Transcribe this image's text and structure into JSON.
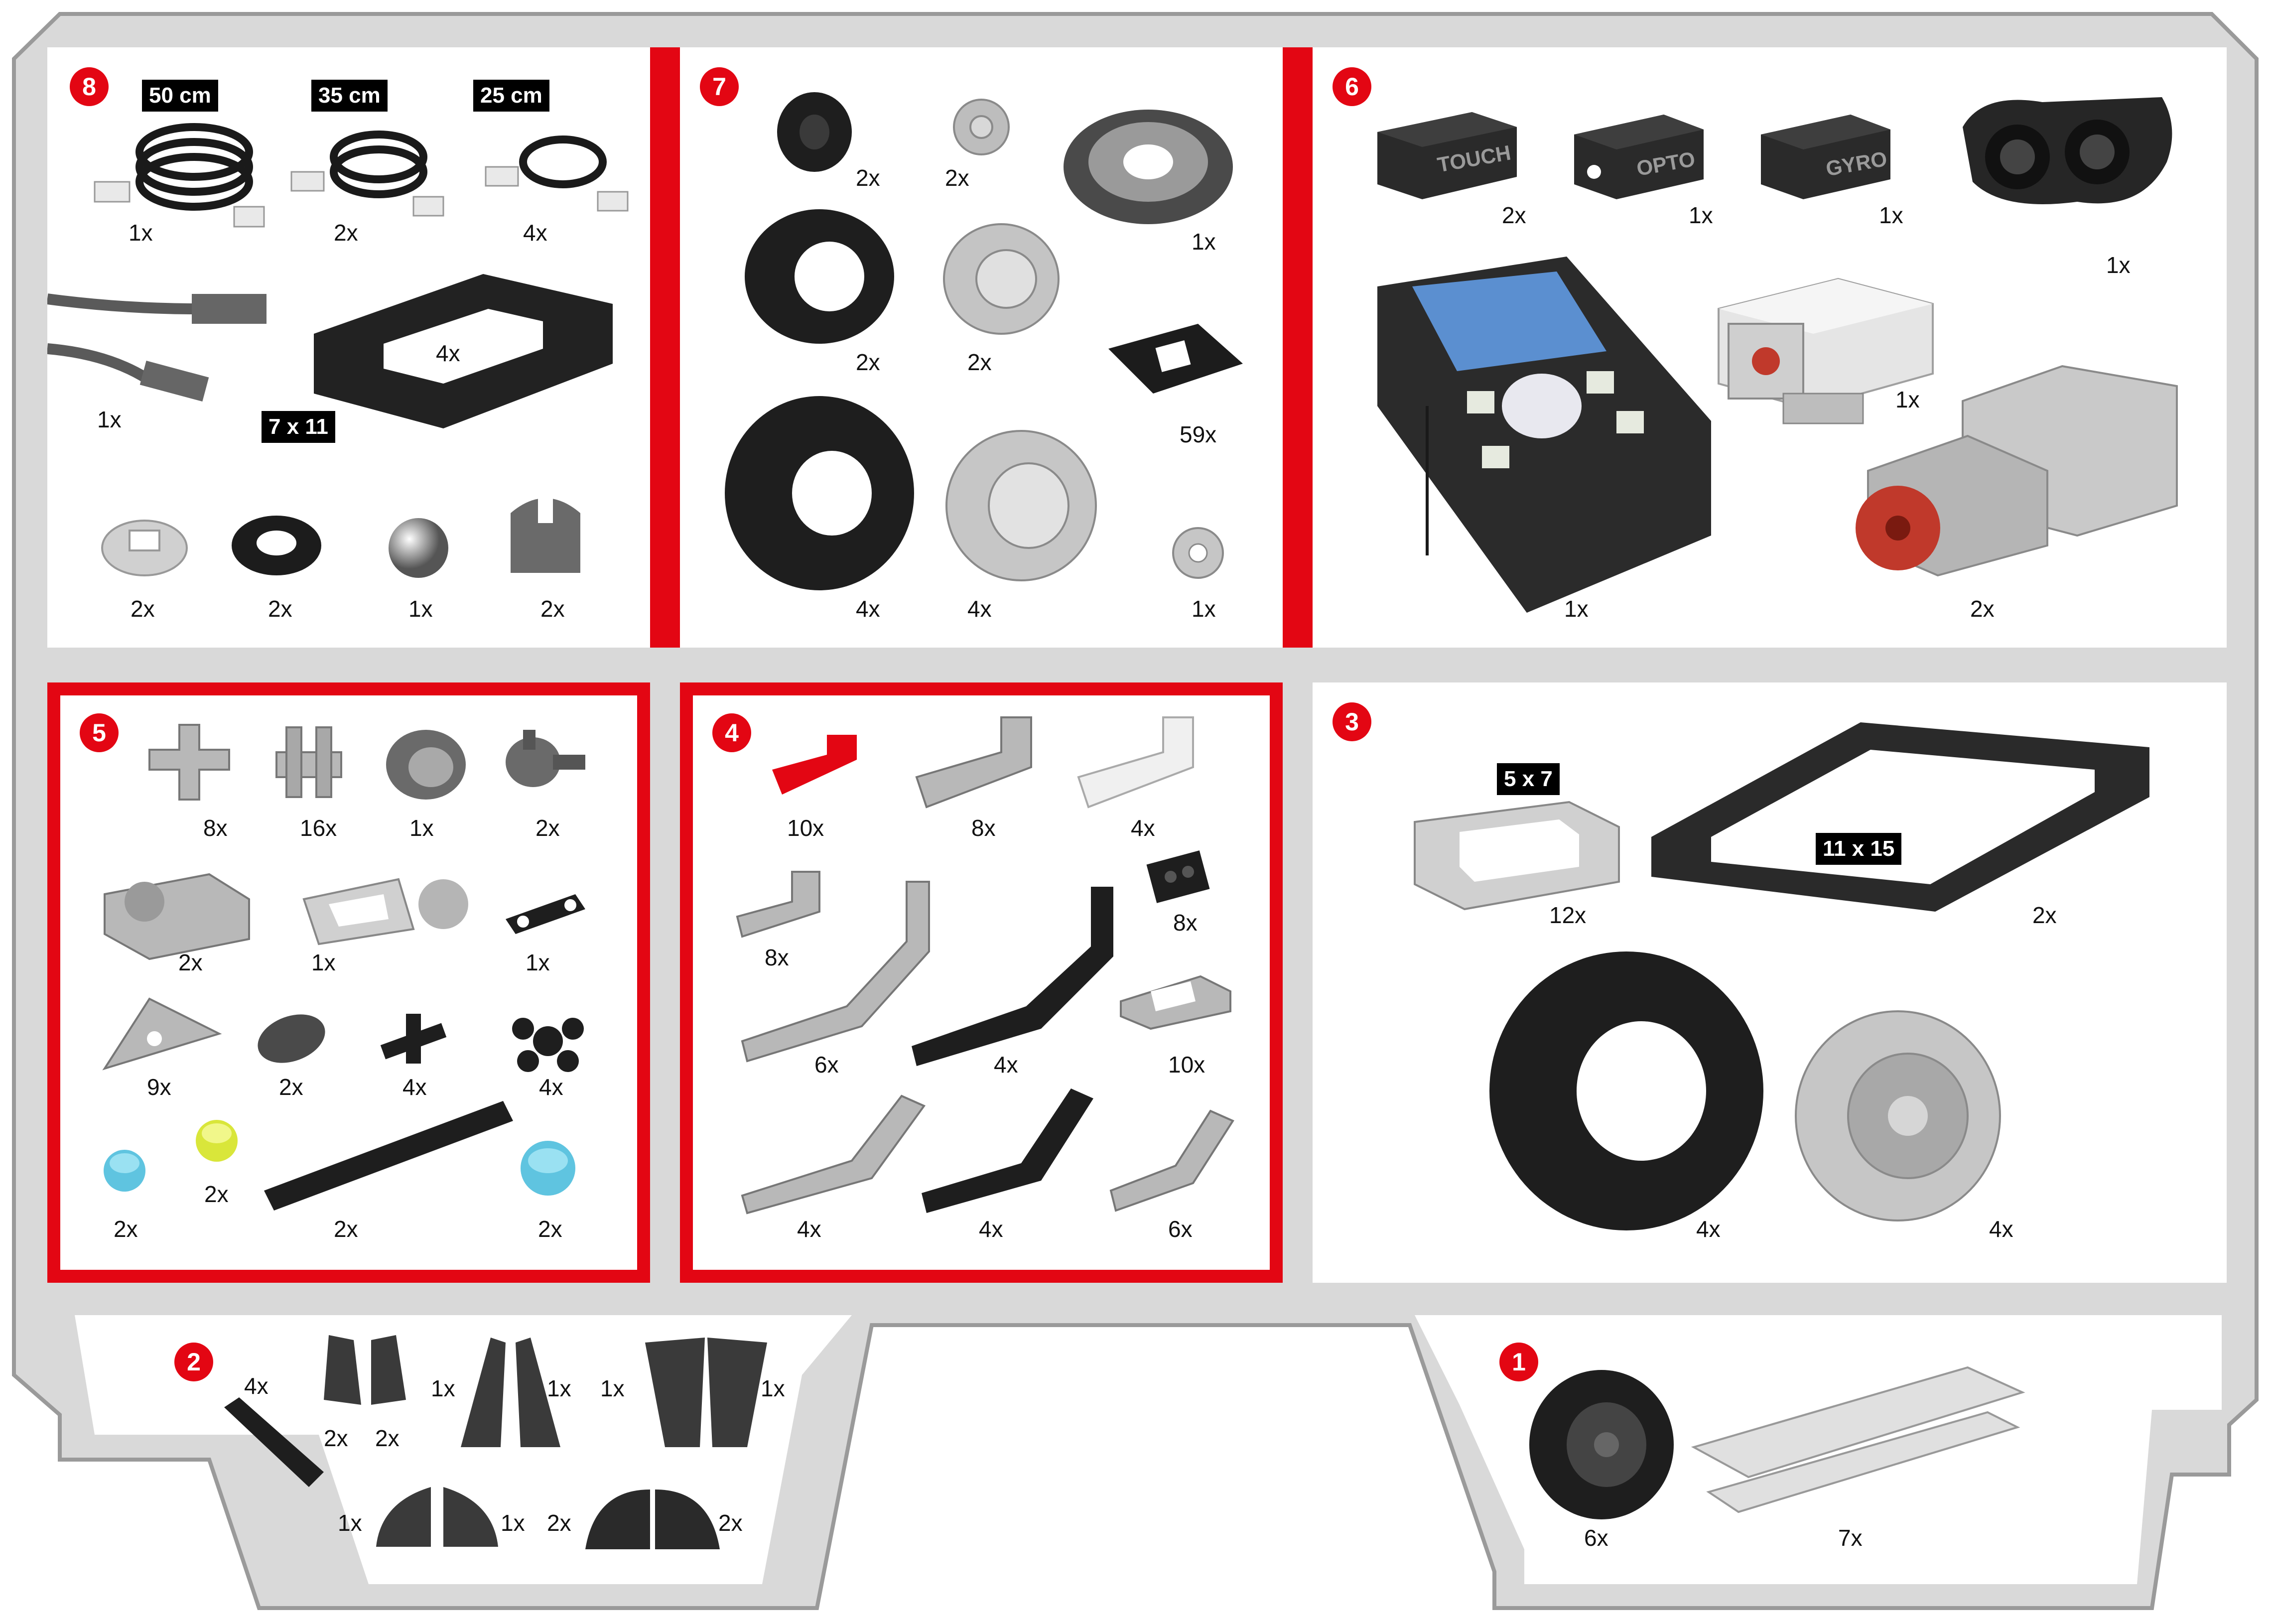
{
  "colors": {
    "accent": "#e30613",
    "tray": "#d9d9d9",
    "panel": "#ffffff",
    "tag_bg": "#000000"
  },
  "sections": {
    "s8": {
      "number": "8",
      "cable_50": {
        "label": "50 cm",
        "qty": "1x",
        "icon": "cable-icon"
      },
      "cable_35": {
        "label": "35 cm",
        "qty": "2x",
        "icon": "cable-icon"
      },
      "cable_25": {
        "label": "25 cm",
        "qty": "4x",
        "icon": "cable-icon"
      },
      "usb_cable": {
        "qty": "1x",
        "icon": "usb-c-cable-icon"
      },
      "frame_7x11": {
        "label": "7 x 11",
        "qty": "4x",
        "icon": "frame-icon"
      },
      "turntable_small": {
        "qty": "2x",
        "icon": "turntable-icon"
      },
      "gear_small": {
        "qty": "2x",
        "icon": "gear-icon"
      },
      "steel_ball": {
        "qty": "1x",
        "icon": "ball-icon"
      },
      "ball_cage": {
        "qty": "2x",
        "icon": "ball-cage-icon"
      }
    },
    "s7": {
      "number": "7",
      "tire_small_a": {
        "qty": "2x",
        "icon": "tire-icon"
      },
      "rim_small_a": {
        "qty": "2x",
        "icon": "rim-icon"
      },
      "turntable_large": {
        "qty": "1x",
        "icon": "turntable-icon"
      },
      "tire_medium": {
        "qty": "2x",
        "icon": "tire-icon"
      },
      "rim_medium": {
        "qty": "2x",
        "icon": "rim-icon"
      },
      "track_link": {
        "qty": "59x",
        "icon": "track-link-icon"
      },
      "tire_large": {
        "qty": "4x",
        "icon": "tire-icon"
      },
      "rim_large": {
        "qty": "4x",
        "icon": "rim-icon"
      },
      "pulley": {
        "qty": "1x",
        "icon": "pulley-icon"
      }
    },
    "s6": {
      "number": "6",
      "touch_sensor": {
        "label": "TOUCH",
        "qty": "2x",
        "icon": "touch-sensor-icon"
      },
      "opto_sensor": {
        "label": "OPTO",
        "qty": "1x",
        "icon": "opto-sensor-icon"
      },
      "gyro_sensor": {
        "label": "GYRO",
        "qty": "1x",
        "icon": "gyro-sensor-icon"
      },
      "ultrasonic_sensor": {
        "qty": "1x",
        "icon": "ultrasonic-sensor-icon"
      },
      "controller": {
        "qty": "1x",
        "icon": "controller-brick-icon"
      },
      "medium_motor": {
        "qty": "1x",
        "icon": "medium-motor-icon"
      },
      "large_motor": {
        "qty": "2x",
        "icon": "large-motor-icon"
      }
    },
    "s5": {
      "number": "5",
      "items": [
        {
          "qty": "8x",
          "icon": "cross-connector-icon"
        },
        {
          "qty": "16x",
          "icon": "double-pin-icon"
        },
        {
          "qty": "1x",
          "icon": "differential-icon"
        },
        {
          "qty": "2x",
          "icon": "axle-joint-icon"
        },
        {
          "qty": "2x",
          "icon": "steering-block-icon"
        },
        {
          "qty": "1x",
          "icon": "ball-joint-arm-icon"
        },
        {
          "qty": "1x",
          "icon": "link-icon"
        },
        {
          "qty": "9x",
          "icon": "triangle-plate-icon"
        },
        {
          "qty": "2x",
          "icon": "cam-icon"
        },
        {
          "qty": "4x",
          "icon": "pin-connector-icon"
        },
        {
          "qty": "4x",
          "icon": "hub-icon"
        },
        {
          "qty": "2x",
          "icon": "round-brick-yellow-icon"
        },
        {
          "qty": "2x",
          "icon": "round-brick-blue-icon"
        },
        {
          "qty": "2x",
          "icon": "gear-rack-icon"
        },
        {
          "qty": "2x",
          "icon": "round-brick-large-icon"
        }
      ]
    },
    "s4": {
      "number": "4",
      "items": [
        {
          "qty": "10x",
          "icon": "l-beam-red-icon"
        },
        {
          "qty": "8x",
          "icon": "l-beam-gray-icon"
        },
        {
          "qty": "4x",
          "icon": "l-beam-white-icon"
        },
        {
          "qty": "8x",
          "icon": "small-l-beam-icon"
        },
        {
          "qty": "8x",
          "icon": "connector-block-icon"
        },
        {
          "qty": "6x",
          "icon": "bent-beam-gray-icon"
        },
        {
          "qty": "4x",
          "icon": "bent-beam-black-icon"
        },
        {
          "qty": "10x",
          "icon": "h-connector-icon"
        },
        {
          "qty": "4x",
          "icon": "angled-beam-gray-icon"
        },
        {
          "qty": "4x",
          "icon": "angled-beam-black-icon"
        },
        {
          "qty": "6x",
          "icon": "short-angled-beam-icon"
        }
      ]
    },
    "s3": {
      "number": "3",
      "frame_5x7": {
        "label": "5 x 7",
        "qty": "12x",
        "icon": "frame-icon"
      },
      "frame_11x15": {
        "label": "11 x 15",
        "qty": "2x",
        "icon": "frame-icon"
      },
      "tire_xl": {
        "qty": "4x",
        "icon": "tire-icon"
      },
      "rim_xl": {
        "qty": "4x",
        "icon": "rim-icon"
      }
    },
    "s2": {
      "number": "2",
      "items": [
        {
          "qty": "4x",
          "icon": "beam-icon"
        },
        {
          "qty": "2x",
          "icon": "panel-small-left-icon"
        },
        {
          "qty": "2x",
          "icon": "panel-small-right-icon"
        },
        {
          "qty": "1x",
          "icon": "panel-long-left-icon"
        },
        {
          "qty": "1x",
          "icon": "panel-long-right-icon"
        },
        {
          "qty": "1x",
          "icon": "panel-large-left-icon"
        },
        {
          "qty": "1x",
          "icon": "panel-large-right-icon"
        },
        {
          "qty": "1x",
          "icon": "panel-curved-left-icon"
        },
        {
          "qty": "1x",
          "icon": "panel-curved-right-icon"
        },
        {
          "qty": "2x",
          "icon": "fairing-left-icon"
        },
        {
          "qty": "2x",
          "icon": "fairing-right-icon"
        }
      ]
    },
    "s1": {
      "number": "1",
      "wheel_small": {
        "qty": "6x",
        "icon": "wheel-icon"
      },
      "ladder_frame": {
        "qty": "7x",
        "icon": "ladder-frame-icon"
      }
    }
  }
}
